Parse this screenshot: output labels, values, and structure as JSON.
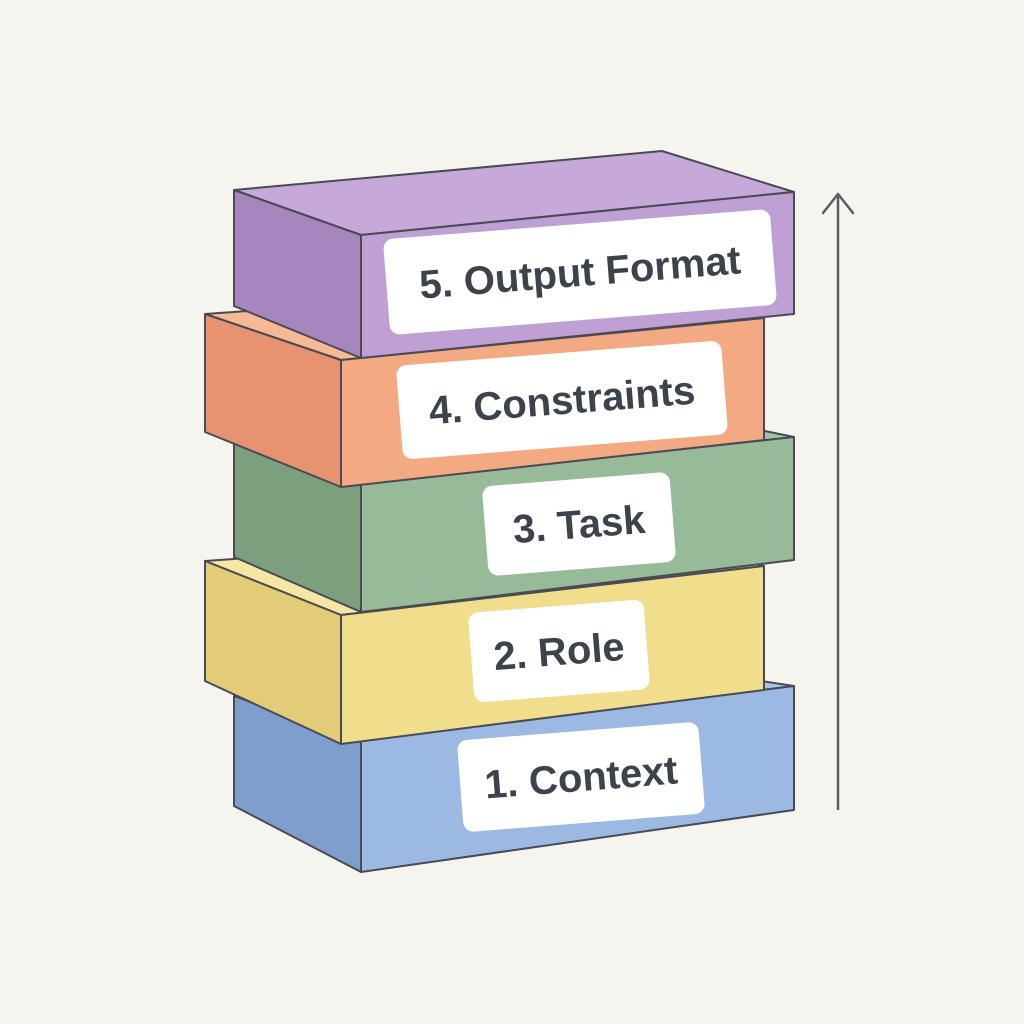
{
  "diagram": {
    "type": "stacked-layers",
    "direction_indicator": "upward-arrow",
    "layers": [
      {
        "order": 1,
        "label": "1. Context",
        "color_front": "#9bb9e2",
        "color_side": "#7f9ece",
        "color_top": "#a9c3e8"
      },
      {
        "order": 2,
        "label": "2. Role",
        "color_front": "#f1de8c",
        "color_side": "#e3cc77",
        "color_top": "#f6e6a4"
      },
      {
        "order": 3,
        "label": "3. Task",
        "color_front": "#97bb98",
        "color_side": "#7c9f7e",
        "color_top": "#a3c4a3"
      },
      {
        "order": 4,
        "label": "4. Constraints",
        "color_front": "#f3aa83",
        "color_side": "#e79270",
        "color_top": "#f6b996"
      },
      {
        "order": 5,
        "label": "5. Output Format",
        "color_front": "#bea0d4",
        "color_side": "#a785bd",
        "color_top": "#c6a9d9"
      }
    ],
    "outline_color": "#4a4a55",
    "label_background": "#ffffff",
    "label_text_color": "#3c434d",
    "arrow_color": "#5c5c62",
    "background": "#f5f4ef"
  }
}
